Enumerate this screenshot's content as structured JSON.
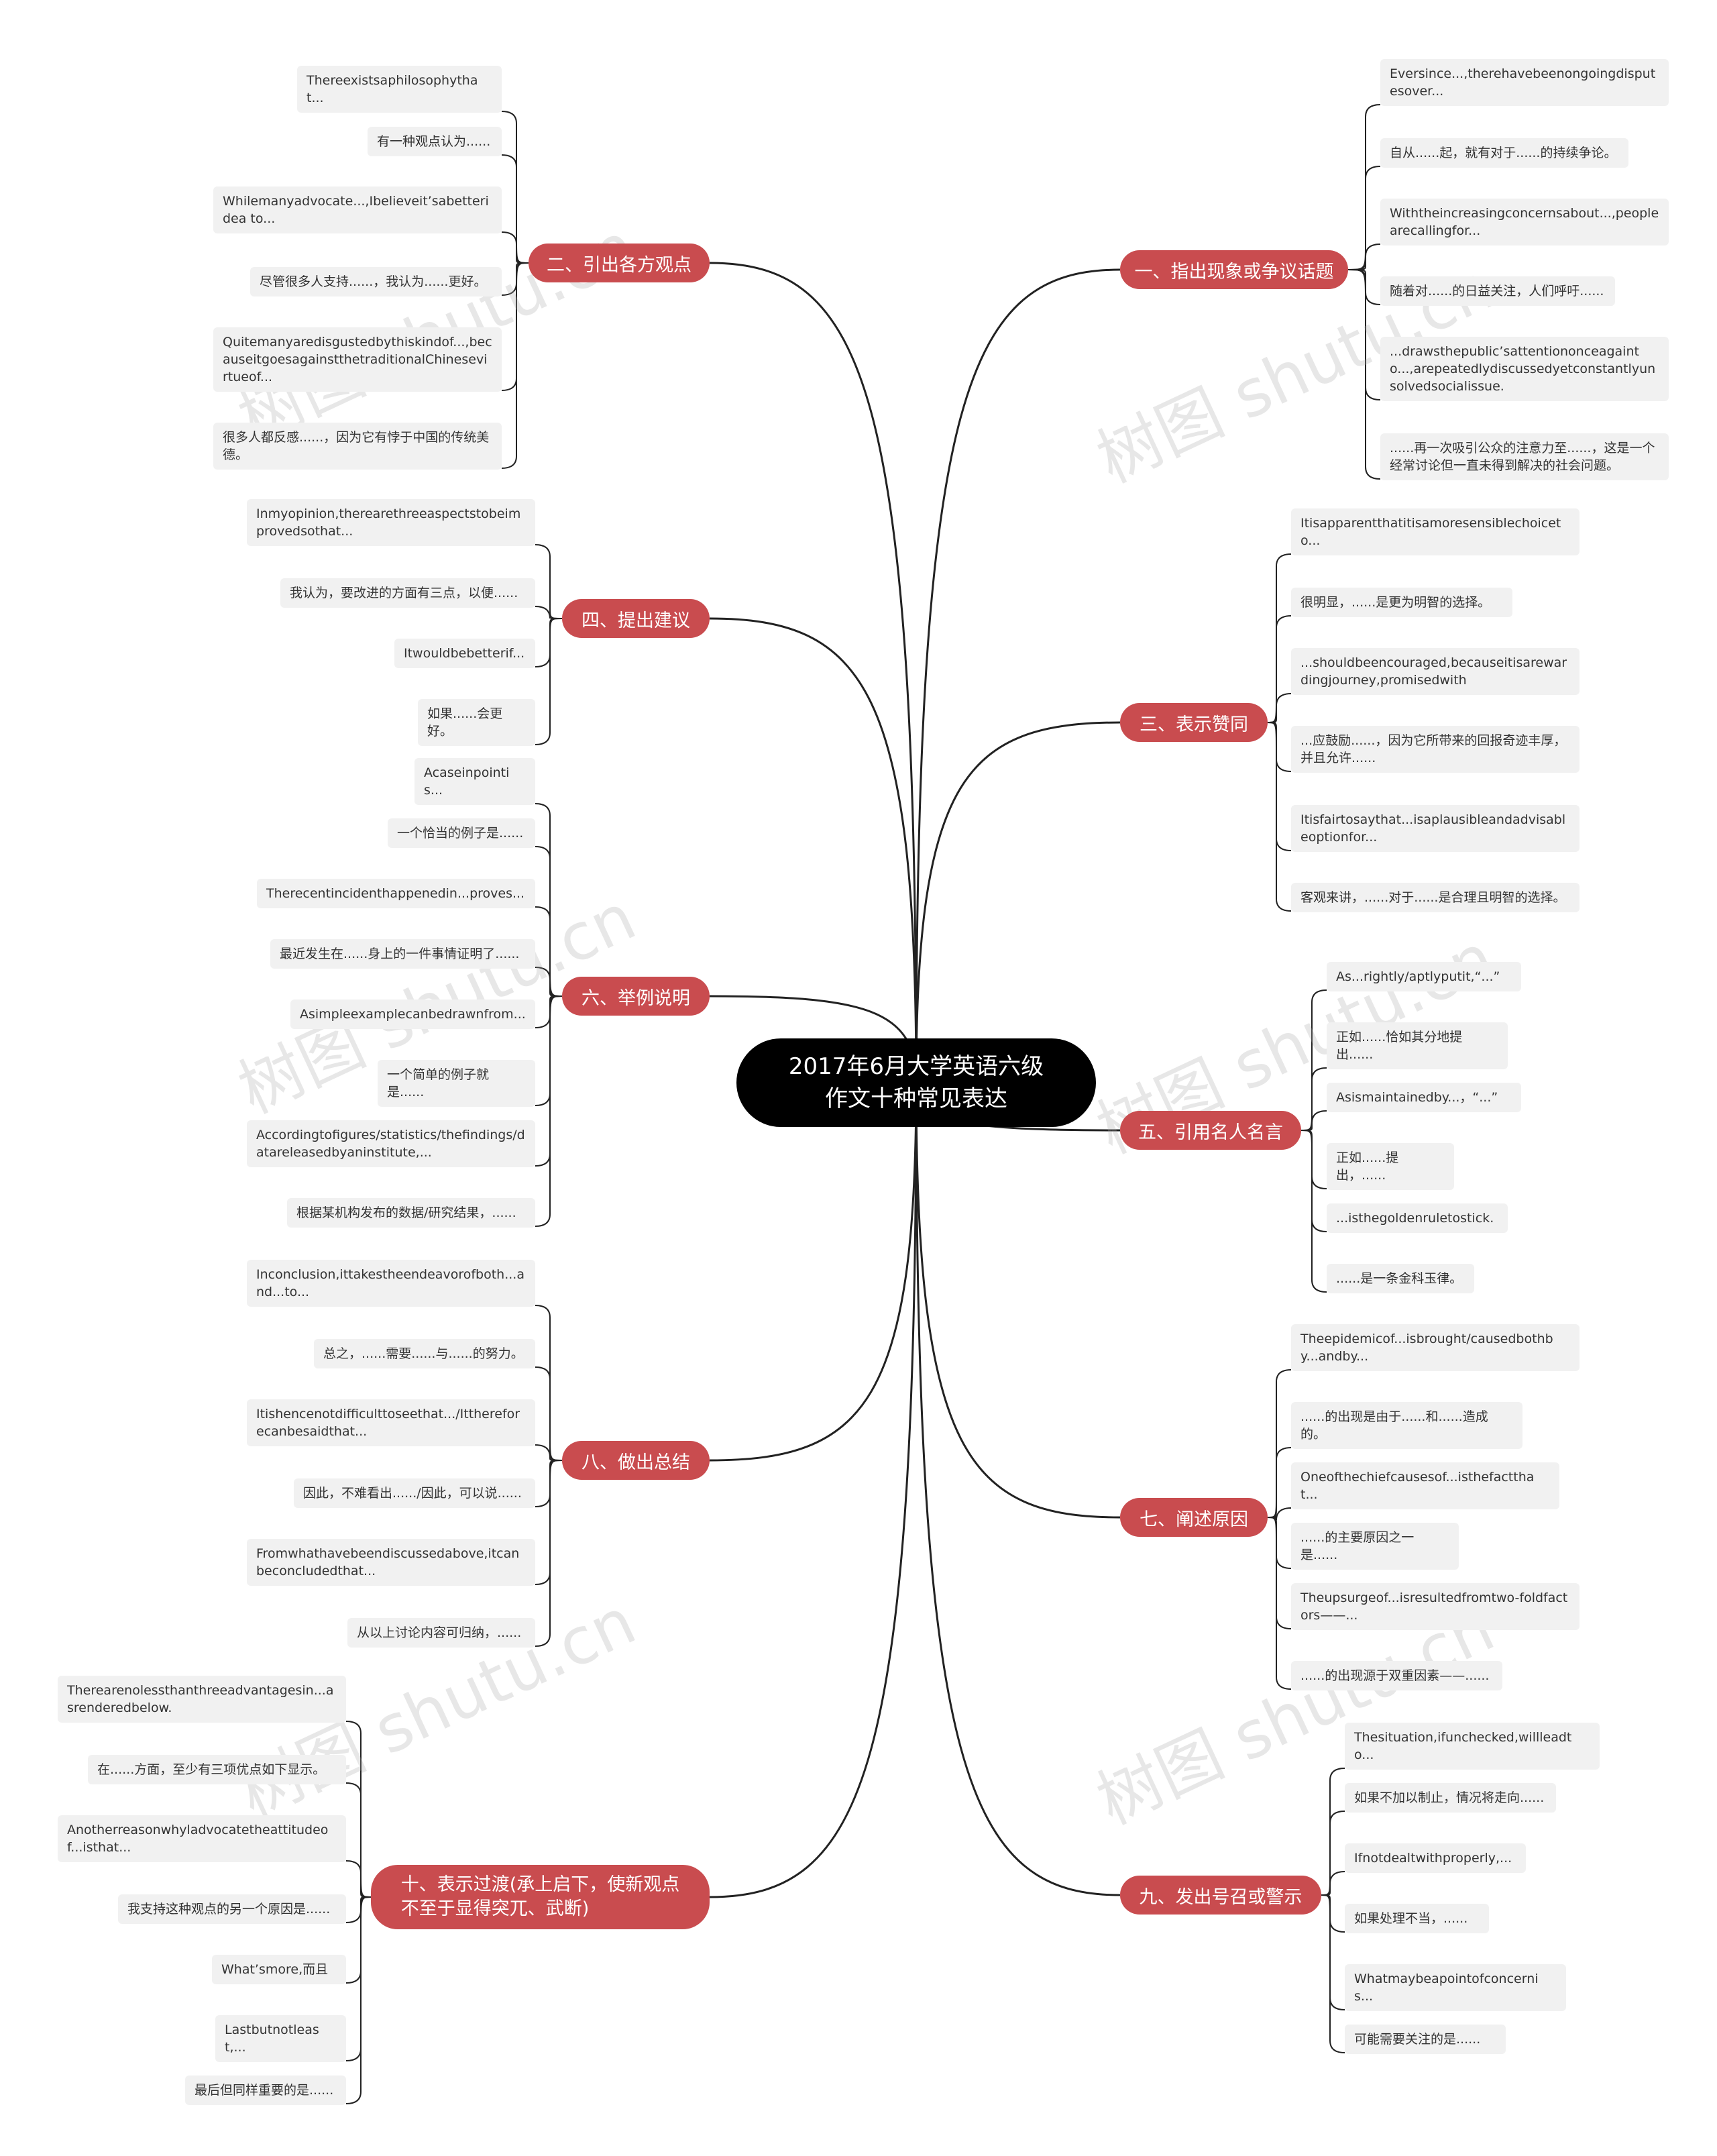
{
  "root": {
    "title": "2017年6月大学英语六级\n作文十种常见表达"
  },
  "colors": {
    "branch": "#c94c4f",
    "root": "#000000",
    "leaf_bg": "#f1f1f1",
    "link": "#222222"
  },
  "watermark": "树图 shutu.cn",
  "branches": [
    {
      "id": "b1",
      "label": "一、指出现象或争议话题",
      "side": "right",
      "leaves": [
        "Eversince...,therehavebeenongoingdisputesover...",
        "自从......起，就有对于......的持续争论。",
        "Withtheincreasingconcernsabout...,peoplearecallingfor...",
        "随着对......的日益关注，人们呼吁......",
        "...drawsthepublic’sattentiononceagainto...,arepeatedlydiscussedyetconstantlyunsolvedsocialissue.",
        "......再一次吸引公众的注意力至......，这是一个经常讨论但一直未得到解决的社会问题。"
      ]
    },
    {
      "id": "b2",
      "label": "二、引出各方观点",
      "side": "left",
      "leaves": [
        "Thereexistsaphilosophythat...",
        "有一种观点认为......",
        "Whilemanyadvocate...,Ibelieveit’sabetteridea to...",
        "尽管很多人支持......，我认为......更好。",
        "Quitemanyaredisgustedbythiskindof...,becauseitgoesagainstthetraditionalChinesevirtueof...",
        "很多人都反感......，因为它有悖于中国的传统美德。"
      ]
    },
    {
      "id": "b3",
      "label": "三、表示赞同",
      "side": "right",
      "leaves": [
        "Itisapparentthatitisamoresensiblechoiceto...",
        "很明显，......是更为明智的选择。",
        "...shouldbeencouraged,becauseitisarewardingjourney,promisedwith",
        "...应鼓励......，因为它所带来的回报奇迹丰厚，并且允许......",
        "Itisfairtosaythat...isaplausibleandadvisableoptionfor...",
        "客观来讲，......对于......是合理且明智的选择。"
      ]
    },
    {
      "id": "b4",
      "label": "四、提出建议",
      "side": "left",
      "leaves": [
        "Inmyopinion,therearethreeaspectstobeimprovedsothat...",
        "我认为，要改进的方面有三点，以便......",
        "Itwouldbebetterif...",
        "如果......会更好。"
      ]
    },
    {
      "id": "b5",
      "label": "五、引用名人名言",
      "side": "right",
      "leaves": [
        "As...rightly/aptlyputit,“...”",
        "正如......恰如其分地提出......",
        "Asismaintainedby...，“...”",
        "正如......提出，......",
        "...isthegoldenruletostick.",
        "......是一条金科玉律。"
      ]
    },
    {
      "id": "b6",
      "label": "六、举例说明",
      "side": "left",
      "leaves": [
        "Acaseinpointis...",
        "一个恰当的例子是......",
        "Therecentincidenthappenedin...proves...",
        "最近发生在......身上的一件事情证明了......",
        "Asimpleexamplecanbedrawnfrom...",
        "一个简单的例子就是......",
        "Accordingtofigures/statistics/thefindings/datareleasedbyaninstitute,...",
        "根据某机构发布的数据/研究结果，......"
      ]
    },
    {
      "id": "b7",
      "label": "七、阐述原因",
      "side": "right",
      "leaves": [
        "Theepidemicof...isbrought/causedbothby...andby...",
        "......的出现是由于......和......造成的。",
        "Oneofthechiefcausesof...isthefactthat...",
        "......的主要原因之一是......",
        "Theupsurgeof...isresultedfromtwo-foldfactors——...",
        "......的出现源于双重因素——......"
      ]
    },
    {
      "id": "b8",
      "label": "八、做出总结",
      "side": "left",
      "leaves": [
        "Inconclusion,ittakestheendeavorofboth...and...to...",
        "总之，......需要......与......的努力。",
        "Itishencenotdifficulttoseethat.../Itthereforecanbesaidthat...",
        "因此，不难看出....../因此，可以说......",
        "Fromwhathavebeendiscussedabove,itcanbeconcludedthat...",
        "从以上讨论内容可归纳，......"
      ]
    },
    {
      "id": "b9",
      "label": "九、发出号召或警示",
      "side": "right",
      "leaves": [
        "Thesituation,ifunchecked,willleadto...",
        "如果不加以制止，情况将走向......",
        "Ifnotdealtwithproperly,...",
        "如果处理不当，......",
        "Whatmaybeapointofconcernis...",
        "可能需要关注的是......"
      ]
    },
    {
      "id": "b10",
      "label": "十、表示过渡(承上启下，使新观点\n不至于显得突兀、武断)",
      "side": "left",
      "leaves": [
        "Therearenolessthanthreeadvantagesin...asrenderedbelow.",
        "在......方面，至少有三项优点如下显示。",
        "Anotherreasonwhyladvocatetheattitudeof...isthat...",
        "我支持这种观点的另一个原因是......",
        "What’smore,而且",
        "Lastbutnotleast,...",
        "最后但同样重要的是......"
      ]
    }
  ]
}
